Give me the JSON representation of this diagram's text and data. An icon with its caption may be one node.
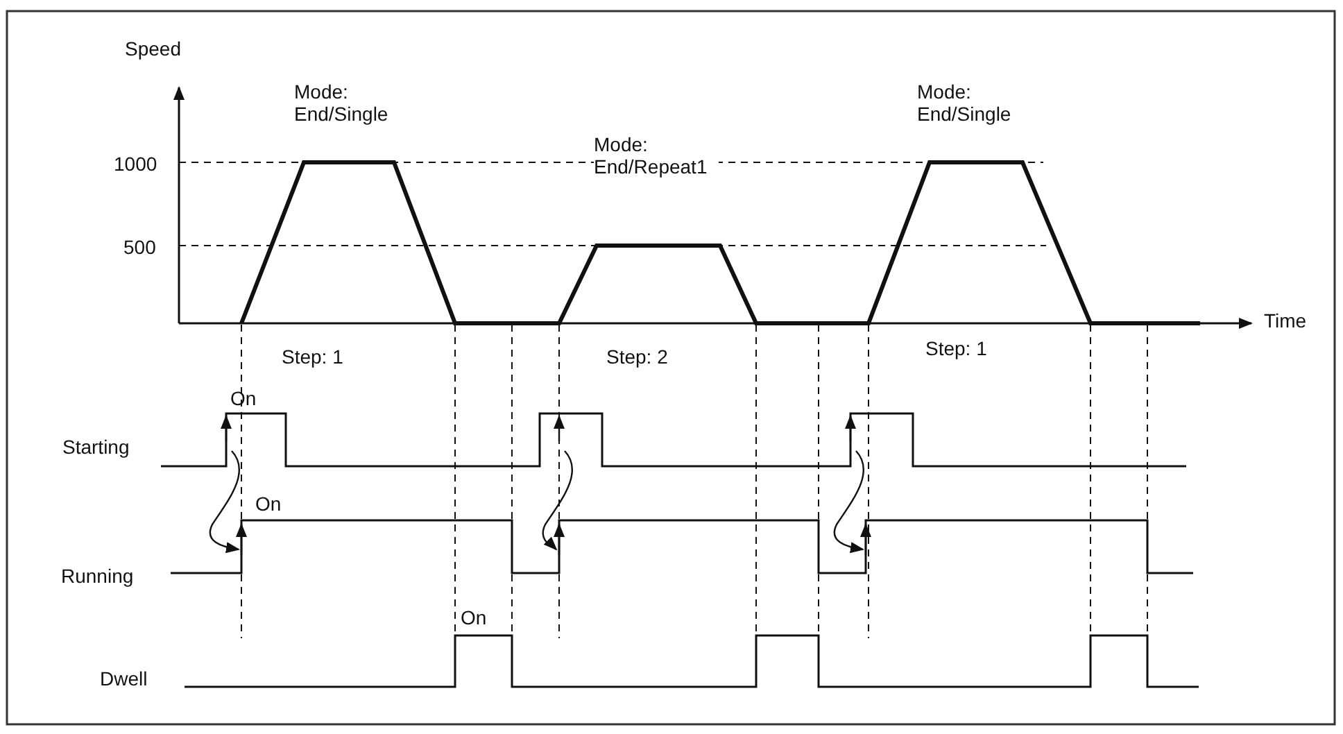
{
  "diagram": {
    "labels": [
      "Speed",
      "Mode: End/Single",
      "Mode: End/Single",
      "1000",
      "Mode: End/Repeat1",
      "500",
      "Time",
      "Step: 1",
      "Step: 2",
      "Step: 1",
      "On",
      "Starting",
      "On",
      "Running",
      "On",
      "Dwell"
    ]
  }
}
